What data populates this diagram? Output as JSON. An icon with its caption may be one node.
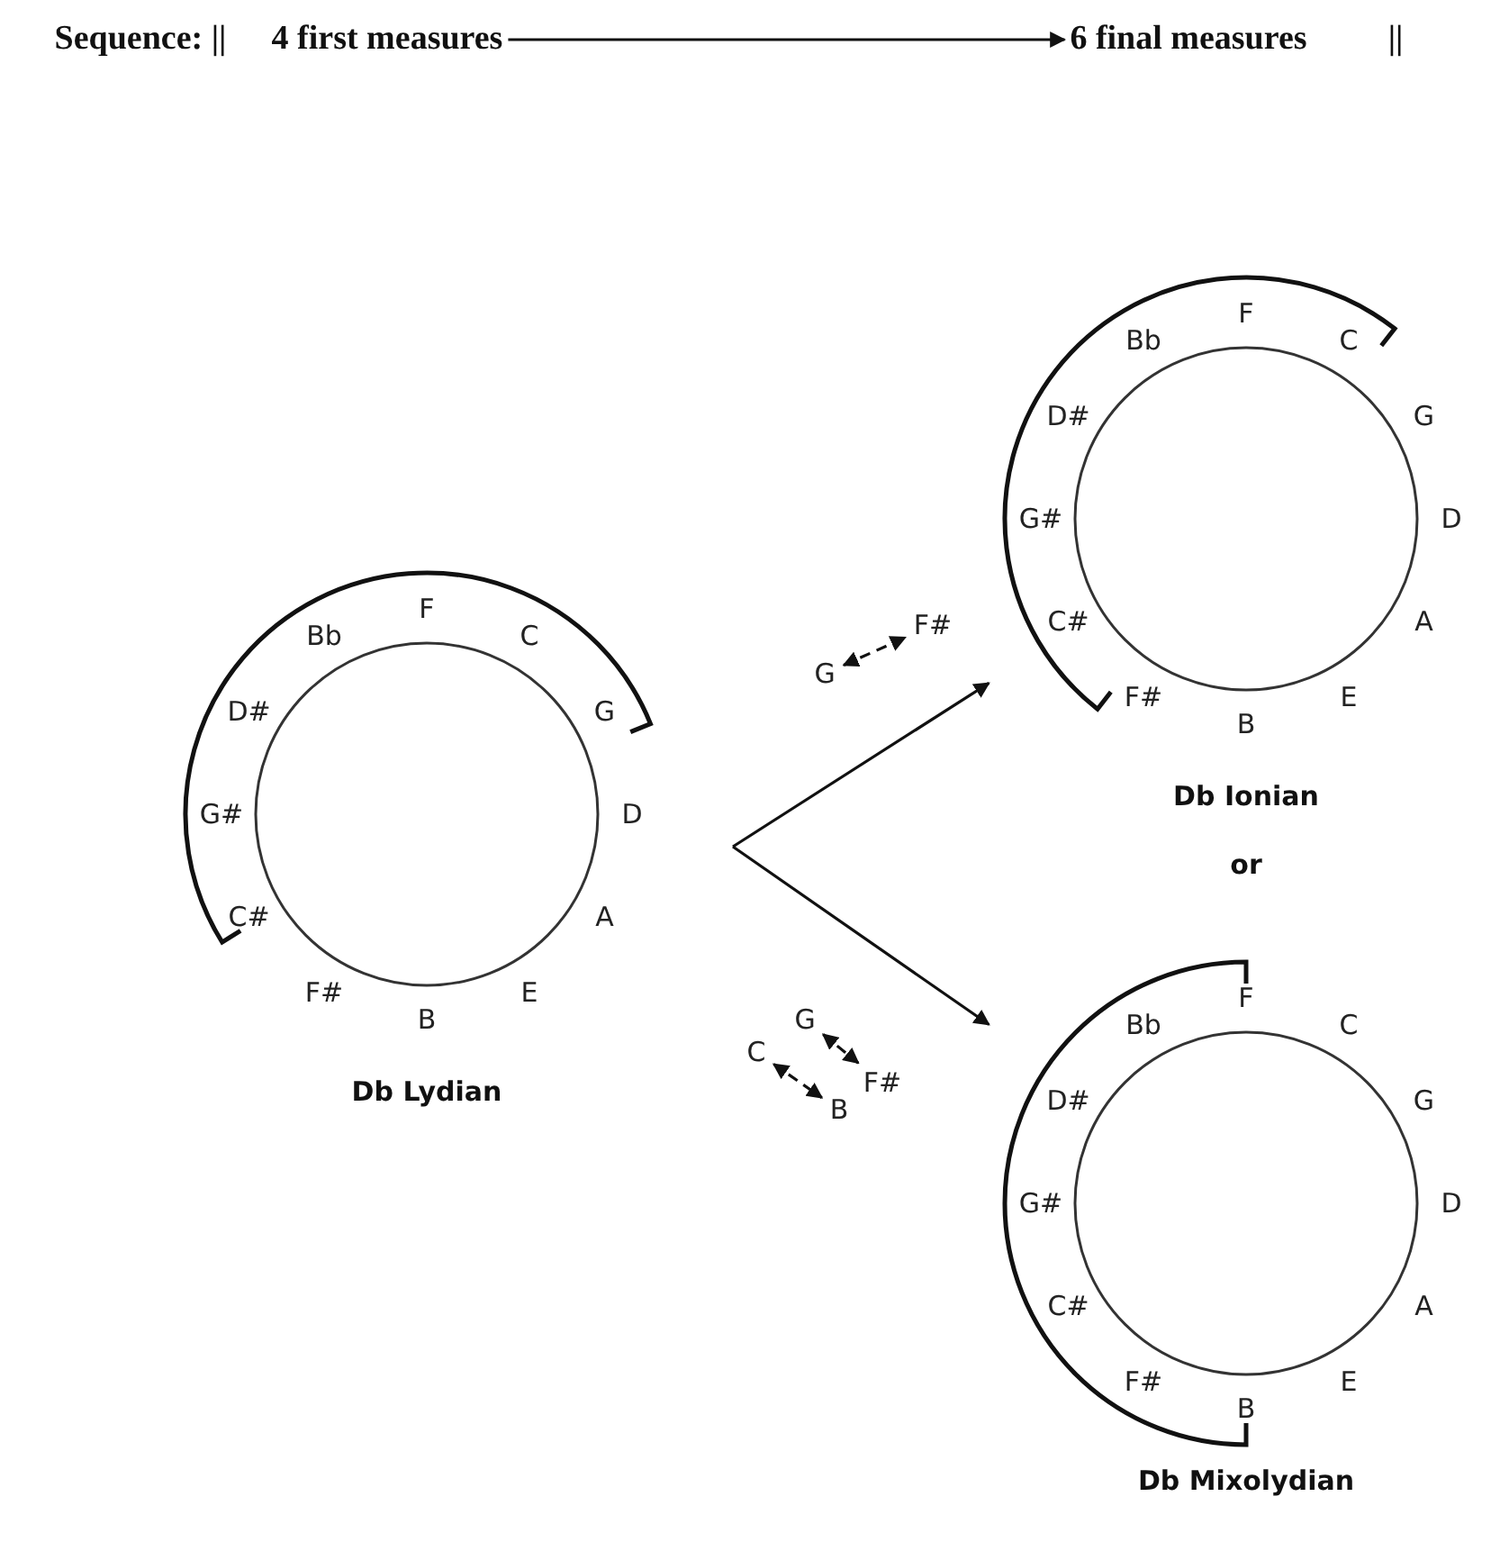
{
  "diagram": {
    "nodes": [
      {
        "text": [
          "4 first measures"
        ]
      },
      {
        "text": [
          "6 final measures"
        ]
      },
      {
        "text": [
          "F",
          "C",
          "G",
          "D",
          "A",
          "E",
          "B",
          "F#",
          "C#",
          "G#",
          "D#",
          "Bb"
        ],
        "beside": [
          "Db Lydian"
        ]
      },
      {
        "text": [
          "F",
          "C",
          "G",
          "D",
          "A",
          "E",
          "B",
          "F#",
          "C#",
          "G#",
          "D#",
          "Bb"
        ],
        "beside": [
          "Db Ionian"
        ]
      },
      {
        "text": [
          "F",
          "C",
          "G",
          "D",
          "A",
          "E",
          "B",
          "F#",
          "C#",
          "G#",
          "D#",
          "Bb"
        ],
        "beside": [
          "Db Mixolydian"
        ]
      },
      {
        "text": [
          "G"
        ]
      },
      {
        "text": [
          "F#"
        ]
      },
      {
        "text": [
          "G"
        ]
      },
      {
        "text": [
          "F#"
        ]
      },
      {
        "text": [
          "C"
        ]
      },
      {
        "text": [
          "B"
        ]
      }
    ],
    "edges": [
      {
        "from": 0,
        "to": 1,
        "arrow": "to"
      },
      {
        "from": null,
        "to": 3,
        "arrow": "to"
      },
      {
        "from": null,
        "to": 4,
        "arrow": "to"
      },
      {
        "from": 5,
        "to": 6,
        "arrow": "both",
        "style": "dashed"
      },
      {
        "from": 7,
        "to": 8,
        "arrow": "both",
        "style": "dashed"
      },
      {
        "from": 9,
        "to": 10,
        "arrow": "both",
        "style": "dashed"
      }
    ],
    "labels": [
      "Sequence: ||",
      "||",
      "or"
    ]
  }
}
